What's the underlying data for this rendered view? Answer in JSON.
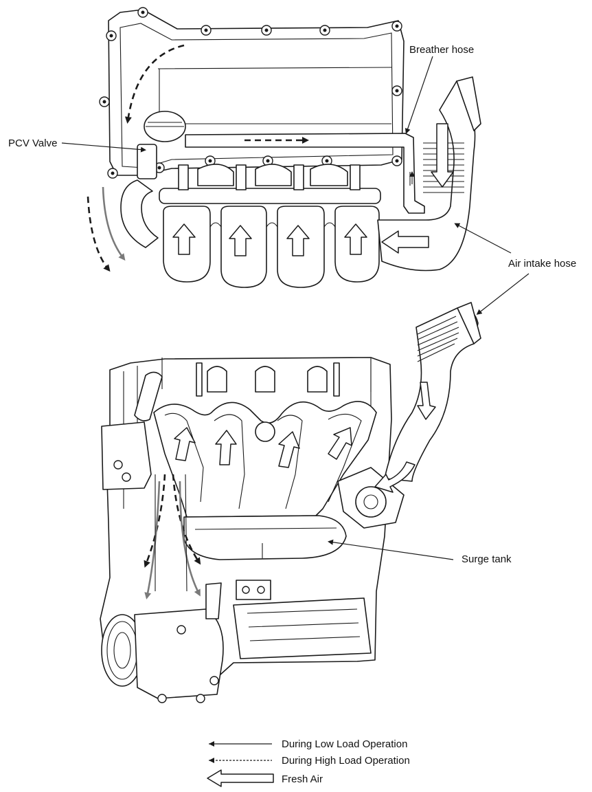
{
  "labels": {
    "pcv_valve": "PCV Valve",
    "breather_hose": "Breather hose",
    "air_intake_hose": "Air intake hose",
    "surge_tank": "Surge tank"
  },
  "legend": {
    "low_load": "During Low Load Operation",
    "high_load": "During High Load Operation",
    "fresh_air": "Fresh Air"
  },
  "colors": {
    "line": "#1a1a1a",
    "low_load_flow": "#7a7a7a",
    "background": "#ffffff"
  }
}
